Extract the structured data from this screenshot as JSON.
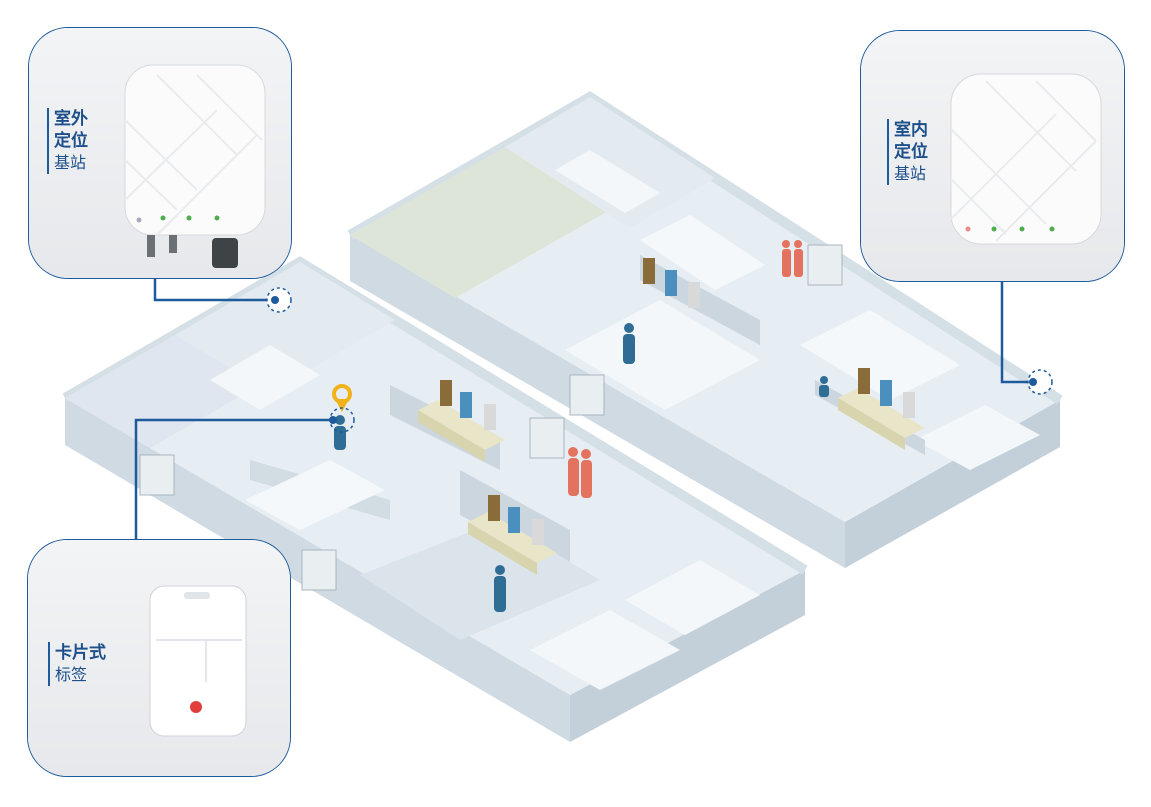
{
  "callouts": {
    "outdoor": {
      "line1": "室外",
      "line2": "定位",
      "line3": "基站"
    },
    "indoor": {
      "line1": "室内",
      "line2": "定位",
      "line3": "基站"
    },
    "tag": {
      "line1": "卡片式",
      "line2": "标签"
    }
  },
  "colors": {
    "accent": "#1d5b9c",
    "staff": "#2f6d94",
    "visitor": "#e3735f",
    "marker": "#f2b21c",
    "floor": "#e4ecf1",
    "wall": "#cdd8e0"
  }
}
